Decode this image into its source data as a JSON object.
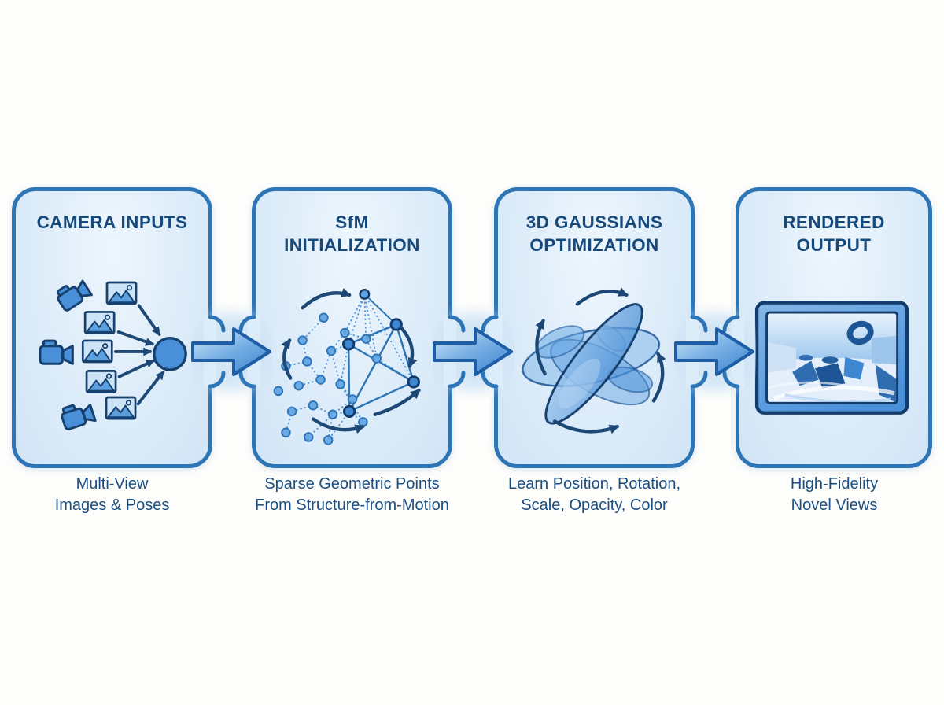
{
  "page": {
    "type": "pipeline-diagram",
    "background_color": "#fdfdfb",
    "stage_count": 4
  },
  "colors": {
    "panel_border": "#2e75b6",
    "panel_fill": "#ddecf9",
    "title_text": "#174a7c",
    "caption_text": "#1b4e82",
    "icon_fill": "#4a90d9",
    "icon_outline": "#16406e",
    "flow_arrow_fill_light": "#d7e9fa",
    "flow_arrow_fill_dark": "#3f87d2",
    "flow_arrow_border": "#1d5ea6",
    "motion_arrow": "#1d4875"
  },
  "stages": [
    {
      "id": "camera-inputs",
      "title_lines": [
        "CAMERA INPUTS"
      ],
      "caption_lines": [
        "Multi-View",
        "Images & Poses"
      ],
      "illustration": {
        "name": "multi-view-capture",
        "icons": [
          "video-camera-icon",
          "photo-image-icon",
          "convergence-arrow-icon",
          "scene-point-circle"
        ]
      }
    },
    {
      "id": "sfm-initialization",
      "title_lines": [
        "SfM",
        "INITIALIZATION"
      ],
      "caption_lines": [
        "Sparse Geometric Points",
        "From Structure-from-Motion"
      ],
      "illustration": {
        "name": "sparse-point-cloud",
        "icons": [
          "point-cloud-dots",
          "graph-edges",
          "rotation-arrow-icon"
        ]
      }
    },
    {
      "id": "3d-gaussians-optimization",
      "title_lines": [
        "3D GAUSSIANS",
        "OPTIMIZATION"
      ],
      "caption_lines": [
        "Learn Position, Rotation,",
        "Scale, Opacity, Color"
      ],
      "illustration": {
        "name": "gaussian-ellipsoids",
        "icons": [
          "gaussian-ellipsoid",
          "rotation-arrow-icon"
        ]
      }
    },
    {
      "id": "rendered-output",
      "title_lines": [
        "RENDERED",
        "OUTPUT"
      ],
      "caption_lines": [
        "High-Fidelity",
        "Novel Views"
      ],
      "illustration": {
        "name": "monitor-rendered-scene",
        "icons": [
          "monitor-icon",
          "rendered-3d-scene"
        ]
      }
    }
  ],
  "connectors": [
    {
      "type": "flow-arrow",
      "direction": "right",
      "from": "camera-inputs",
      "to": "sfm-initialization"
    },
    {
      "type": "flow-arrow",
      "direction": "right",
      "from": "sfm-initialization",
      "to": "3d-gaussians-optimization"
    },
    {
      "type": "flow-arrow",
      "direction": "right",
      "from": "3d-gaussians-optimization",
      "to": "rendered-output"
    }
  ]
}
